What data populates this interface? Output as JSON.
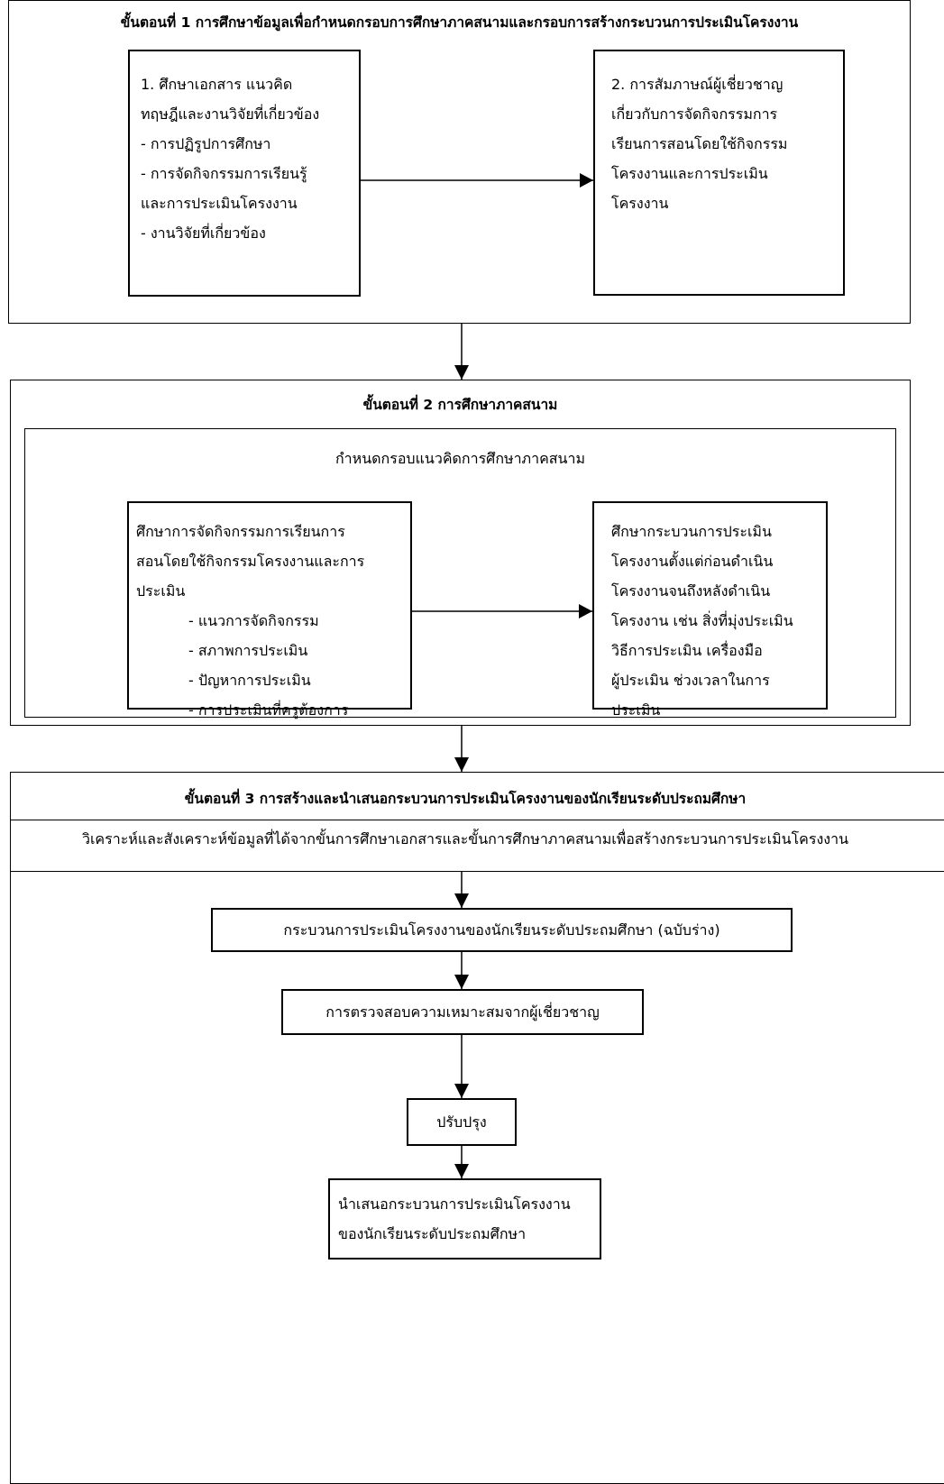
{
  "step1": {
    "title": "ขั้นตอนที่ 1 การศึกษาข้อมูลเพื่อกำหนดกรอบการศึกษาภาคสนามและกรอบการสร้างกระบวนการประเมินโครงงาน",
    "left_box": {
      "lines": [
        "1. ศึกษาเอกสาร แนวคิด",
        "ทฤษฎีและงานวิจัยที่เกี่ยวข้อง",
        "- การปฏิรูปการศึกษา",
        "- การจัดกิจกรรมการเรียนรู้",
        "และการประเมินโครงงาน",
        "- งานวิจัยที่เกี่ยวข้อง"
      ]
    },
    "right_box": {
      "lines": [
        "2. การสัมภาษณ์ผู้เชี่ยวชาญ",
        "เกี่ยวกับการจัดกิจกรรมการ",
        "เรียนการสอนโดยใช้กิจกรรม",
        "โครงงานและการประเมิน",
        "โครงงาน"
      ]
    }
  },
  "step2": {
    "title": "ขั้นตอนที่ 2  การศึกษาภาคสนาม",
    "subtitle": "กำหนดกรอบแนวคิดการศึกษาภาคสนาม",
    "left_box": {
      "lines": [
        "ศึกษาการจัดกิจกรรมการเรียนการ",
        "สอนโดยใช้กิจกรรมโครงงานและการ",
        "ประเมิน"
      ],
      "items": [
        "- แนวการจัดกิจกรรม",
        "- สภาพการประเมิน",
        "- ปัญหาการประเมิน",
        "- การประเมินที่ครูต้องการ"
      ]
    },
    "right_box": {
      "lines": [
        "ศึกษากระบวนการประเมิน",
        "โครงงานตั้งแต่ก่อนดำเนิน",
        "โครงงานจนถึงหลังดำเนิน",
        "โครงงาน เช่น สิ่งที่มุ่งประเมิน",
        "วิธีการประเมิน เครื่องมือ",
        "ผู้ประเมิน ช่วงเวลาในการ",
        "ประเมิน"
      ]
    }
  },
  "step3": {
    "title": "ขั้นตอนที่ 3 การสร้างและนำเสนอกระบวนการประเมินโครงงานของนักเรียนระดับประถมศึกษา",
    "analysis": "วิเคราะห์และสังเคราะห์ข้อมูลที่ได้จากขั้นการศึกษาเอกสารและขั้นการศึกษาภาคสนามเพื่อสร้างกระบวนการประเมินโครงงาน",
    "draft": "กระบวนการประเมินโครงงานของนักเรียนระดับประถมศึกษา (ฉบับร่าง)",
    "expert_check": "การตรวจสอบความเหมาะสมจากผู้เชี่ยวชาญ",
    "improve": "ปรับปรุง",
    "present": {
      "lines": [
        "นำเสนอกระบวนการประเมินโครงงาน",
        "ของนักเรียนระดับประถมศึกษา"
      ]
    }
  }
}
